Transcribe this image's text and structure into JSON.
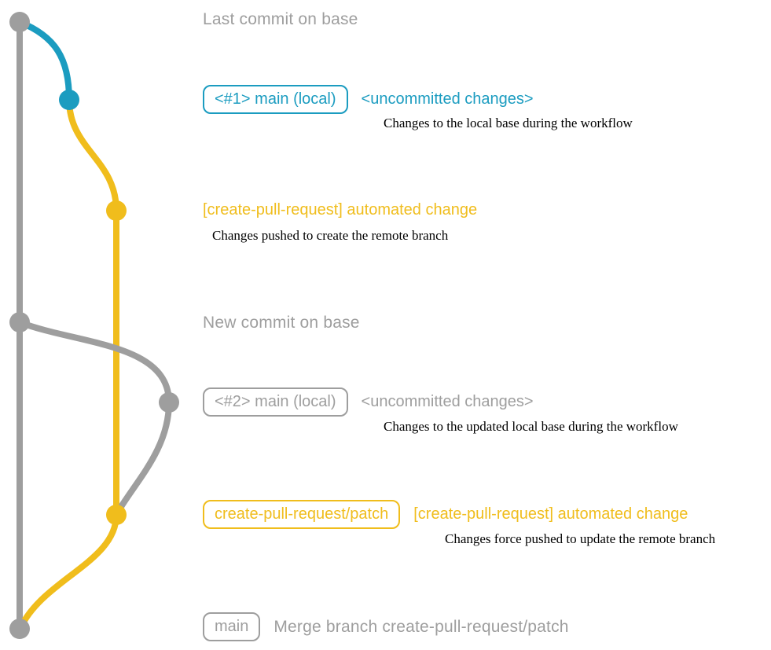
{
  "colors": {
    "gray": "#9e9e9e",
    "teal": "#1b9cc0",
    "yellow": "#f0bd1c",
    "description_text": "#000000",
    "background": "#ffffff"
  },
  "labels": {
    "last_commit_on_base": "Last commit on base",
    "branch1_box": "<#1> main (local)",
    "branch1_status": "<uncommitted changes>",
    "branch1_desc": "Changes to the local base during the workflow",
    "auto_commit1": "[create-pull-request] automated change",
    "auto_commit1_desc": "Changes pushed to create the remote branch",
    "new_commit_on_base": "New commit on base",
    "branch2_box": "<#2> main (local)",
    "branch2_status": "<uncommitted changes>",
    "branch2_desc": "Changes to the updated local base during the workflow",
    "patch_branch_box": "create-pull-request/patch",
    "auto_commit2": "[create-pull-request] automated change",
    "auto_commit2_desc": "Changes force pushed to update the remote branch",
    "main_box": "main",
    "merge_message": "Merge branch create-pull-request/patch"
  }
}
